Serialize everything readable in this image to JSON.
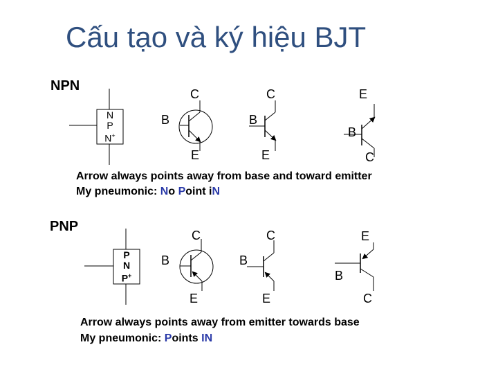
{
  "title": "Cấu tạo và ký hiệu BJT",
  "npn": {
    "heading": "NPN",
    "layers": [
      "N",
      "P",
      "N",
      "+"
    ],
    "symbol1": {
      "c": "C",
      "b": "B",
      "e": "E"
    },
    "symbol2": {
      "c": "C",
      "b": "B",
      "e": "E"
    },
    "symbol3": {
      "e": "E",
      "b": "B",
      "c": "C"
    },
    "note_line1": "Arrow always points away from base and toward emitter",
    "note_line2": {
      "prefix": "My pneumonic: ",
      "h1": "N",
      "mid1": "o ",
      "h2": "P",
      "mid2": "oint i",
      "h3": "N"
    }
  },
  "pnp": {
    "heading": "PNP",
    "layers": [
      "P",
      "N",
      "P",
      "+"
    ],
    "symbol1": {
      "c": "C",
      "b": "B",
      "e": "E"
    },
    "symbol2": {
      "c": "C",
      "b": "B",
      "e": "E"
    },
    "symbol3": {
      "e": "E",
      "b": "B",
      "c": "C"
    },
    "note_line1": "Arrow always points away from emitter towards base",
    "note_line2": {
      "prefix": "My pneumonic: ",
      "h1": "P",
      "mid1": "oints ",
      "h2": "I",
      "h3": "N"
    }
  }
}
